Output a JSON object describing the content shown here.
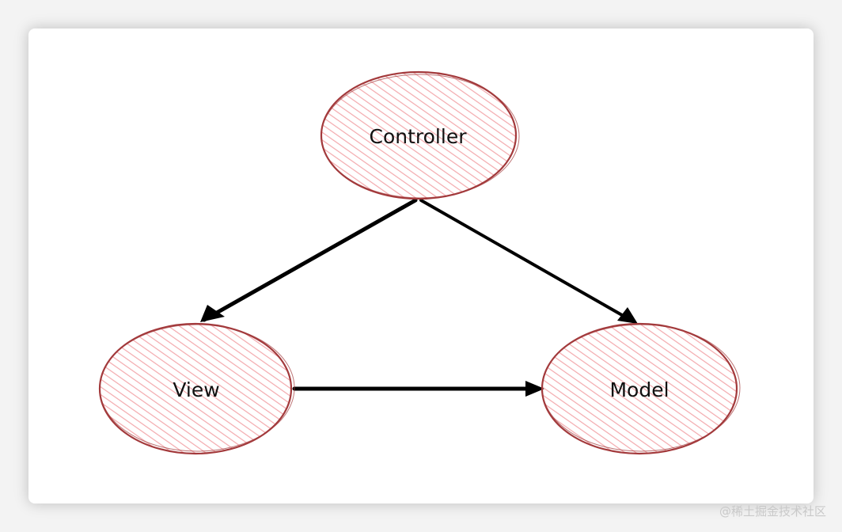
{
  "diagram": {
    "nodes": {
      "controller": {
        "label": "Controller"
      },
      "view": {
        "label": "View"
      },
      "model": {
        "label": "Model"
      }
    },
    "edges": [
      {
        "from": "controller",
        "to": "view"
      },
      {
        "from": "controller",
        "to": "model"
      },
      {
        "from": "view",
        "to": "model"
      }
    ]
  },
  "colors": {
    "node_fill": "#f3a9ad",
    "node_stroke": "#a33a3c",
    "edge": "#000000"
  },
  "watermark": {
    "text": "@稀土掘金技术社区"
  }
}
